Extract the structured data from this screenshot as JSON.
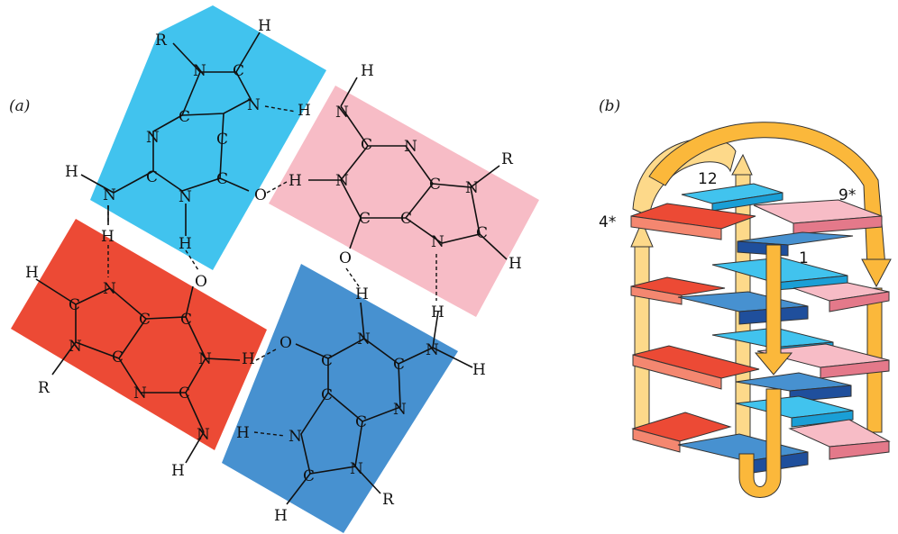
{
  "panels": {
    "a": "(a)",
    "b": "(b)"
  },
  "colors": {
    "cyan": "#41c3ee",
    "pink": "#f7bcc6",
    "red": "#ec4a35",
    "blue": "#4791d0",
    "ribbon": "#fbb83b",
    "ribbon_light": "#fdd98a"
  },
  "atoms": {
    "R": "R",
    "H": "H",
    "N": "N",
    "C": "C",
    "O": "O"
  },
  "strand_labels": [
    "12",
    "9*",
    "4*",
    "1"
  ]
}
